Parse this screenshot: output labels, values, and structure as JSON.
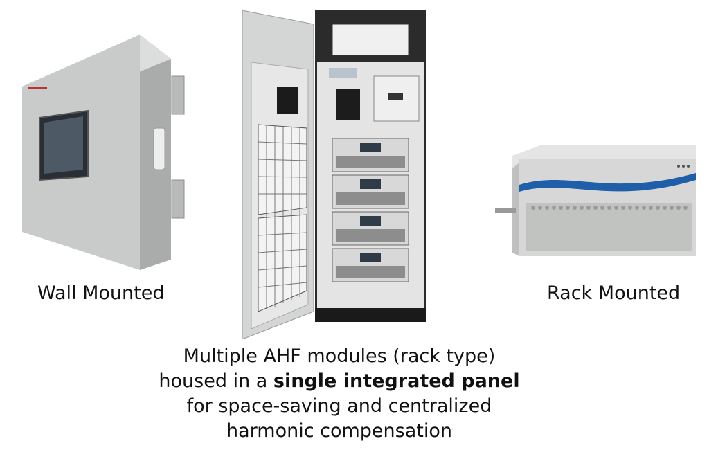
{
  "products": {
    "wall": {
      "caption": "Wall Mounted",
      "icon": "wall-mounted-ahf-icon"
    },
    "cabinet": {
      "caption_pre": "Multiple AHF modules (rack type)",
      "caption_line2_pre": "housed in a ",
      "caption_bold": "single integrated panel",
      "caption_line3": "for space-saving and centralized",
      "caption_line4": "harmonic compensation",
      "icon": "integrated-panel-cabinet-icon"
    },
    "rack": {
      "caption": "Rack Mounted",
      "icon": "rack-mounted-ahf-icon"
    }
  },
  "colors": {
    "enclosure": "#c9cbca",
    "screen": "#2a2f36",
    "accent_blue": "#1f5ea8",
    "cabinet_dark": "#2b2b2b",
    "module": "#d8d8d8"
  }
}
